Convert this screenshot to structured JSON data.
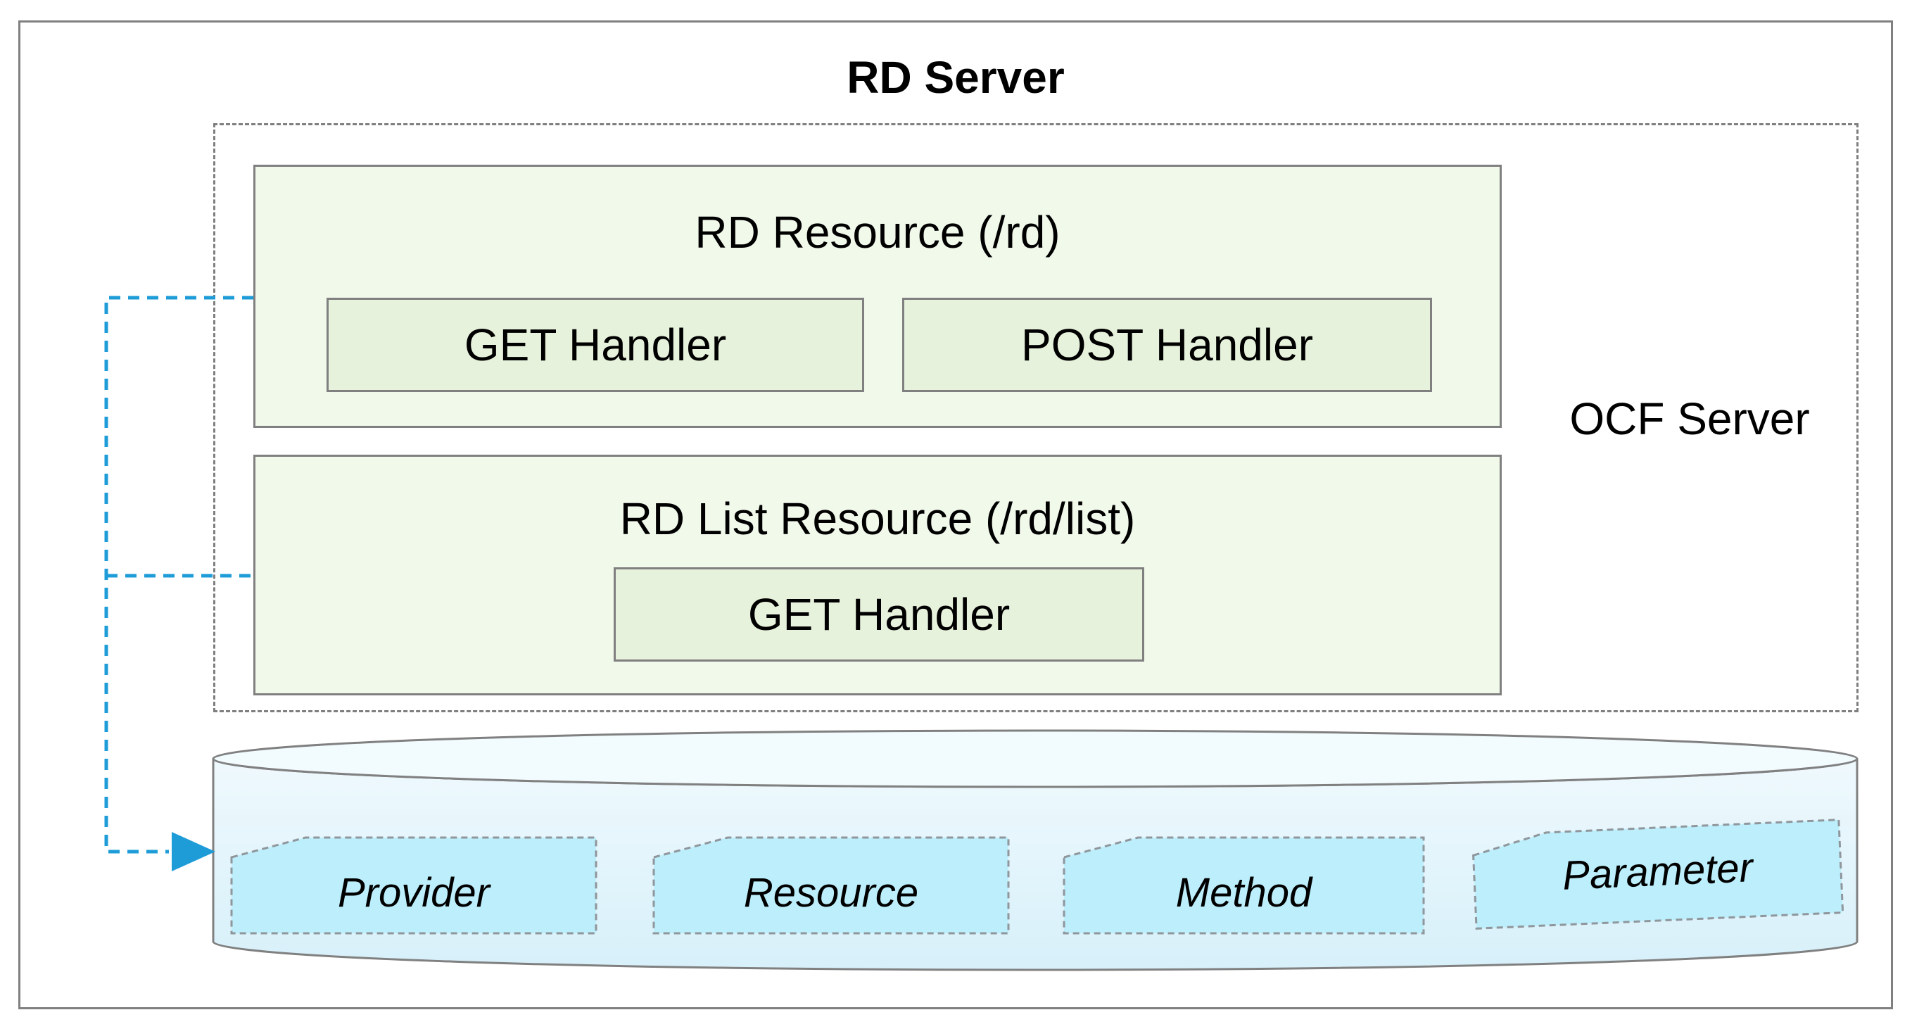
{
  "diagram": {
    "title": "RD Server",
    "ocf_label": "OCF Server",
    "rd_resource": {
      "title": "RD Resource (/rd)",
      "get_handler": "GET Handler",
      "post_handler": "POST Handler"
    },
    "rd_list_resource": {
      "title": "RD List Resource (/rd/list)",
      "get_handler": "GET Handler"
    },
    "database": {
      "tables": [
        "Provider",
        "Resource",
        "Method",
        "Parameter"
      ]
    },
    "colors": {
      "accent_blue": "#1e9cd8",
      "resource_box_fill": "#f1f9eb",
      "handler_fill": "#e7f2dc",
      "cylinder_fill_top": "#eff9fd",
      "cylinder_fill_bottom": "#d7f0fa",
      "table_fill": "#bceefb",
      "border_gray": "#808080"
    }
  }
}
